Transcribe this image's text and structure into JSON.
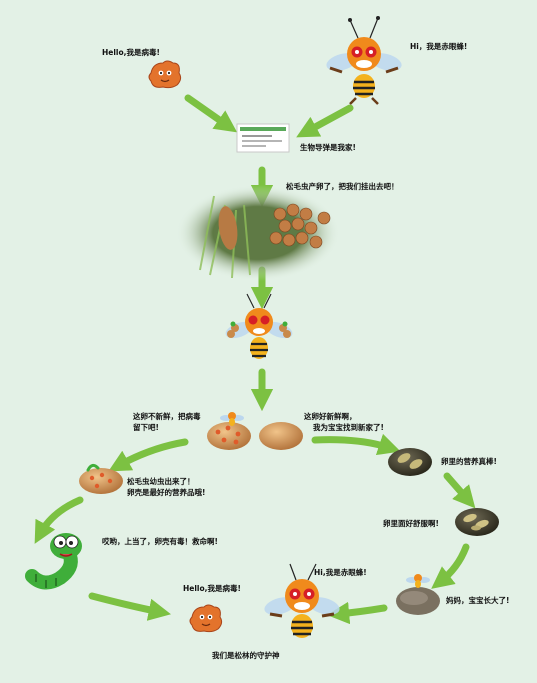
{
  "labels": {
    "virus_hello_top": "Hello,我是病毒!",
    "wasp_hi_top": "Hi，我是赤眼蜂!",
    "bio_bomb": "生物导弹是我家!",
    "moth_eggs": "松毛虫产卵了，把我们挂出去吧！",
    "stale_egg_line1": "这卵不新鲜，把病毒",
    "stale_egg_line2": "留下吧!",
    "fresh_egg_line1": "这卵好新鲜啊，",
    "fresh_egg_line2": "我为宝宝找到新家了!",
    "nutrition": "卵里的营养真棒!",
    "larva_out_line1": "松毛虫幼虫出来了！",
    "larva_out_line2": "卵壳是最好的营养品哦!",
    "comfy": "卵里面好舒服啊!",
    "poisoned": "哎哟，上当了，卵壳有毒！救命啊!",
    "baby_grown": "妈妈，宝宝长大了!",
    "virus_hello_bottom": "Hello,我是病毒!",
    "wasp_hi_bottom": "Hi,我是赤眼蜂!",
    "guardian": "我们是松林的守护神"
  },
  "colors": {
    "background": "#e3f1e6",
    "arrow": "#7cc142",
    "wasp_body": "#f08a1c",
    "wasp_eye": "#d61f26",
    "virus": "#e3732c",
    "egg": "#c98a4b",
    "larva": "#3fae3a"
  }
}
